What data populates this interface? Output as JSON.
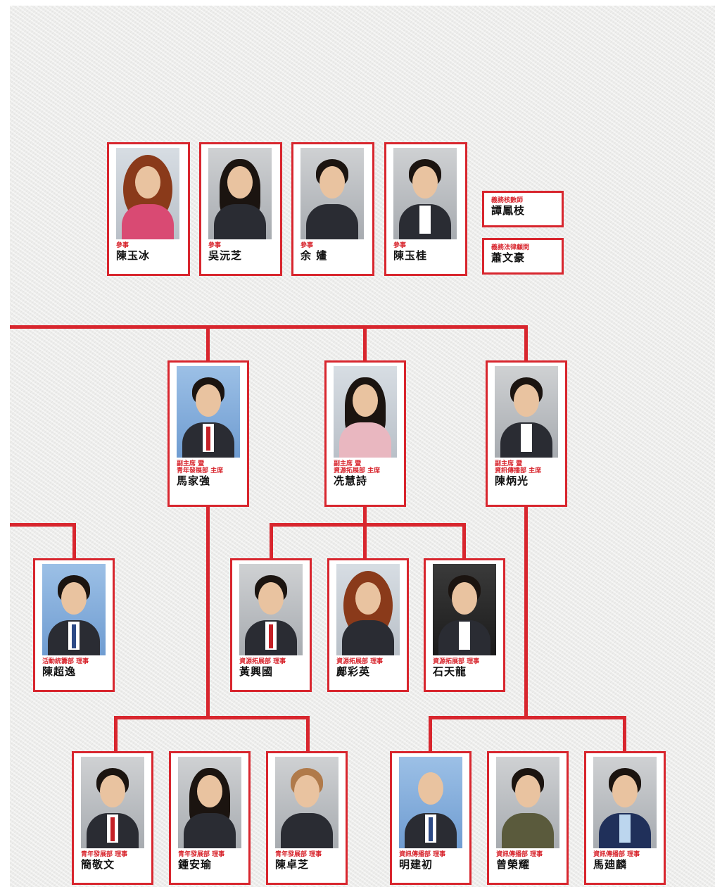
{
  "colors": {
    "accent": "#d8262e",
    "paper": "#eeeeec"
  },
  "advisors": [
    {
      "role": "參事",
      "name": "陳玉冰"
    },
    {
      "role": "參事",
      "name": "吳沅芝"
    },
    {
      "role": "參事",
      "name": "余 嫿"
    },
    {
      "role": "參事",
      "name": "陳玉桂"
    }
  ],
  "side": [
    {
      "role": "義務核數師",
      "name": "譚鳳枝"
    },
    {
      "role": "義務法律顧問",
      "name": "蕭文豪"
    }
  ],
  "vice_chairs": [
    {
      "role_1": "副主席 暨",
      "role_2": "青年發展部 主席",
      "name": "馬家強"
    },
    {
      "role_1": "副主席 暨",
      "role_2": "資源拓展部 主席",
      "name": "冼慧詩"
    },
    {
      "role_1": "副主席 暨",
      "role_2": "資訊傳播部 主席",
      "name": "陳炳光"
    }
  ],
  "left_member": {
    "role": "活動統籌部 理事",
    "name": "陳超逸"
  },
  "resource_members": [
    {
      "role": "資源拓展部 理事",
      "name": "黃興國"
    },
    {
      "role": "資源拓展部 理事",
      "name": "鄺彩英"
    },
    {
      "role": "資源拓展部 理事",
      "name": "石天龍"
    }
  ],
  "youth_members": [
    {
      "role": "青年發展部 理事",
      "name": "簡敬文"
    },
    {
      "role": "青年發展部 理事",
      "name": "鍾安瑜"
    },
    {
      "role": "青年發展部 理事",
      "name": "陳卓芝"
    }
  ],
  "info_members": [
    {
      "role": "資訊傳播部 理事",
      "name": "明建初"
    },
    {
      "role": "資訊傳播部 理事",
      "name": "曾榮耀"
    },
    {
      "role": "資訊傳播部 理事",
      "name": "馬廸麟"
    }
  ]
}
